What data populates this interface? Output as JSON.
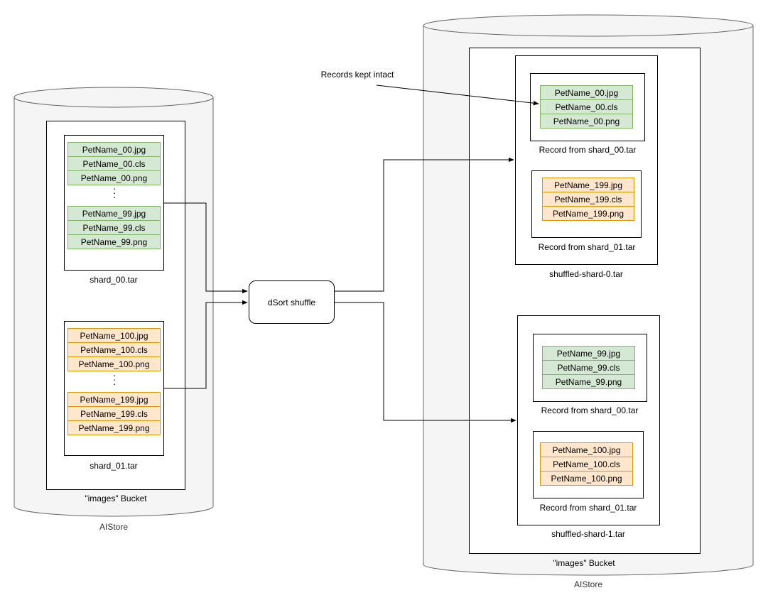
{
  "left_store": {
    "label": "AIStore",
    "bucket_label": "\"images\" Bucket",
    "shard_00": {
      "label": "shard_00.tar",
      "files_top": [
        "PetName_00.jpg",
        "PetName_00.cls",
        "PetName_00.png"
      ],
      "files_bottom": [
        "PetName_99.jpg",
        "PetName_99.cls",
        "PetName_99.png"
      ],
      "ellipsis": ".\n.\n."
    },
    "shard_01": {
      "label": "shard_01.tar",
      "files_top": [
        "PetName_100.jpg",
        "PetName_100.cls",
        "PetName_100.png"
      ],
      "files_bottom": [
        "PetName_199.jpg",
        "PetName_199.cls",
        "PetName_199.png"
      ],
      "ellipsis": ".\n.\n."
    }
  },
  "process": {
    "label": "dSort shuffle"
  },
  "annotation": {
    "label": "Records kept intact"
  },
  "right_store": {
    "label": "AIStore",
    "bucket_label": "\"images\" Bucket",
    "shuffled_0": {
      "label": "shuffled-shard-0.tar",
      "record_a": {
        "label": "Record from shard_00.tar",
        "files": [
          "PetName_00.jpg",
          "PetName_00.cls",
          "PetName_00.png"
        ]
      },
      "record_b": {
        "label": "Record from shard_01.tar",
        "files": [
          "PetName_199.jpg",
          "PetName_199.cls",
          "PetName_199.png"
        ]
      }
    },
    "shuffled_1": {
      "label": "shuffled-shard-1.tar",
      "record_a": {
        "label": "Record from shard_00.tar",
        "files": [
          "PetName_99.jpg",
          "PetName_99.cls",
          "PetName_99.png"
        ]
      },
      "record_b": {
        "label": "Record from shard_01.tar",
        "files": [
          "PetName_100.jpg",
          "PetName_100.cls",
          "PetName_100.png"
        ]
      }
    }
  },
  "colors": {
    "cylinder_fill": "#f5f5f5",
    "cylinder_stroke": "#666666",
    "green_fill": "#d5e8d4",
    "green_stroke": "#82b366",
    "orange_fill": "#ffe6cc",
    "orange_stroke": "#d79b00"
  }
}
